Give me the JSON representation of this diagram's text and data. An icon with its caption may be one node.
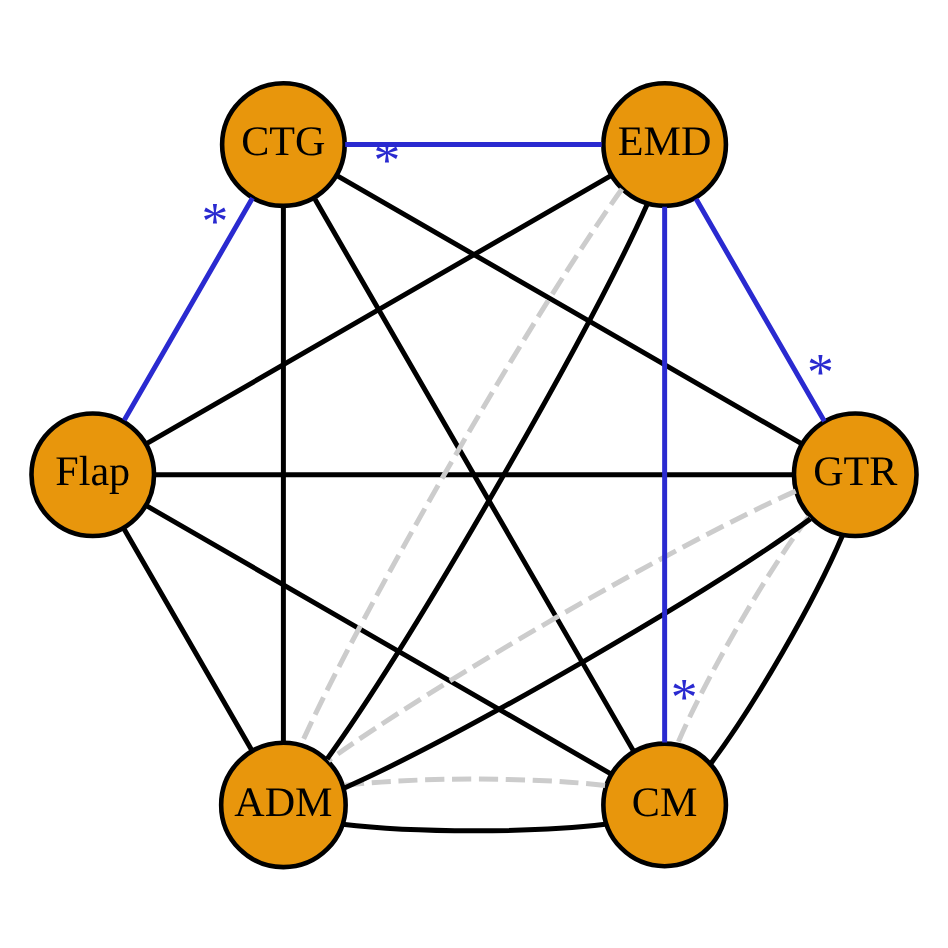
{
  "diagram": {
    "nodes": [
      {
        "text": [
          "CM"
        ]
      },
      {
        "text": [
          "GTR"
        ]
      },
      {
        "text": [
          "Flap"
        ]
      },
      {
        "text": [
          "CTG"
        ]
      },
      {
        "text": [
          "EMD"
        ]
      },
      {
        "text": [
          "ADM"
        ]
      }
    ],
    "edges": [
      {
        "from": 1,
        "to": 0,
        "arrow": "none"
      },
      {
        "from": 1,
        "to": 2,
        "arrow": "none"
      },
      {
        "from": 1,
        "to": 3,
        "arrow": "none"
      },
      {
        "from": 1,
        "to": 5,
        "arrow": "none"
      },
      {
        "from": 0,
        "to": 2,
        "arrow": "none"
      },
      {
        "from": 2,
        "to": 4,
        "arrow": "none"
      },
      {
        "from": 0,
        "to": 3,
        "arrow": "none"
      },
      {
        "from": 0,
        "to": 5,
        "arrow": "none"
      },
      {
        "from": 2,
        "to": 5,
        "arrow": "none"
      },
      {
        "from": 3,
        "to": 5,
        "arrow": "none"
      },
      {
        "from": 4,
        "to": 5,
        "arrow": "none"
      },
      {
        "from": 4,
        "to": 1,
        "arrow": "none",
        "label": "*",
        "color": "#2a2ad0"
      },
      {
        "from": 4,
        "to": 0,
        "arrow": "none",
        "label": "*",
        "color": "#2a2ad0"
      },
      {
        "from": 4,
        "to": 3,
        "arrow": "none",
        "label": "*",
        "color": "#2a2ad0"
      },
      {
        "from": 2,
        "to": 3,
        "arrow": "none",
        "label": "*",
        "color": "#2a2ad0"
      },
      {
        "from": 1,
        "to": 0,
        "arrow": "none",
        "style": "dashed",
        "color": "#cccccc"
      },
      {
        "from": 1,
        "to": 5,
        "arrow": "none",
        "style": "dashed",
        "color": "#cccccc"
      },
      {
        "from": 0,
        "to": 5,
        "arrow": "none",
        "style": "dashed",
        "color": "#cccccc"
      },
      {
        "from": 4,
        "to": 5,
        "arrow": "none",
        "style": "dashed",
        "color": "#cccccc"
      }
    ]
  }
}
